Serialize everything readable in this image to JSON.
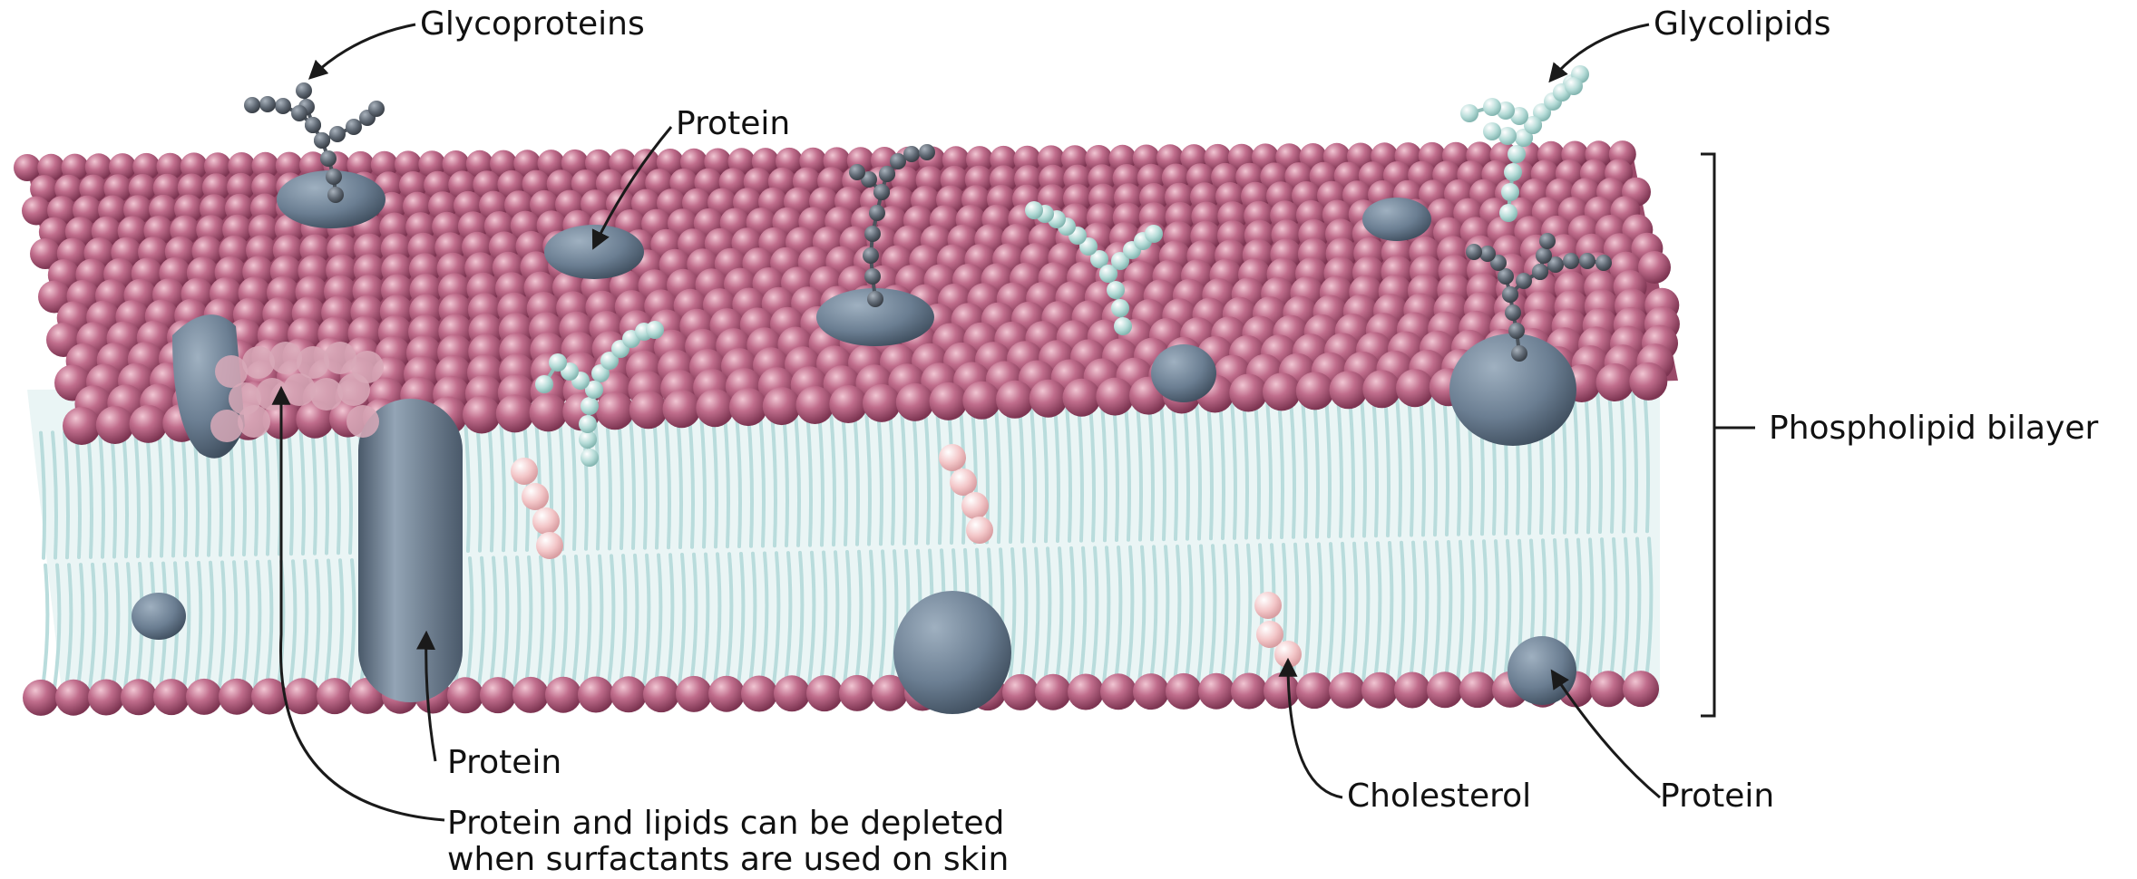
{
  "labels": {
    "glycoproteins": "Glycoproteins",
    "glycolipids": "Glycolipids",
    "protein_top": "Protein",
    "phospholipid_bilayer": "Phospholipid bilayer",
    "protein_left": "Protein",
    "depleted_line1": "Protein and lipids can be depleted",
    "depleted_line2": "when surfactants are used on skin",
    "cholesterol": "Cholesterol",
    "protein_right": "Protein"
  },
  "colors": {
    "lipid_head": "#b25c7c",
    "lipid_tail": "#b9dcdc",
    "protein": "#6b7e92",
    "glycoprotein_chain": "#5f6873",
    "glycolipid_chain": "#b6dcd8",
    "cholesterol": "#f3c6c8"
  }
}
